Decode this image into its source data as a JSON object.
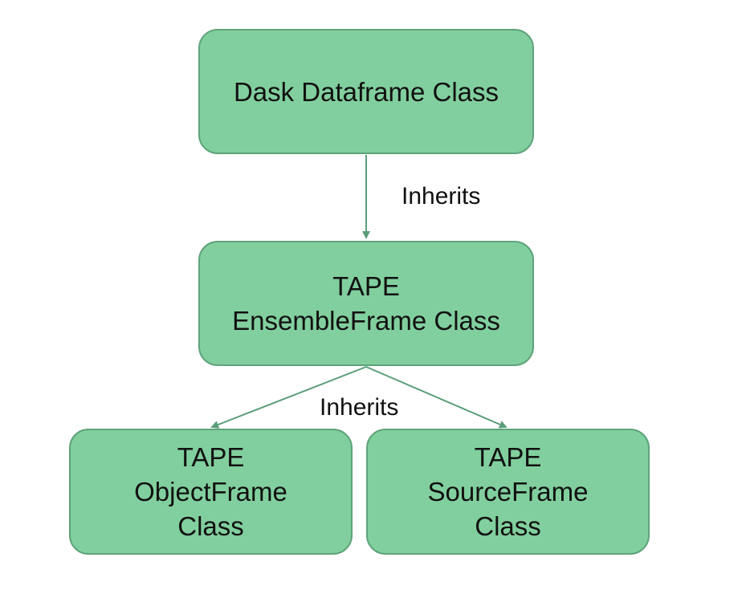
{
  "diagram": {
    "nodes": {
      "dask": {
        "lines": [
          "Dask Dataframe Class"
        ]
      },
      "ensemble": {
        "lines": [
          "TAPE",
          "EnsembleFrame Class"
        ]
      },
      "object": {
        "lines": [
          "TAPE",
          "ObjectFrame",
          "Class"
        ]
      },
      "source": {
        "lines": [
          "TAPE",
          "SourceFrame",
          "Class"
        ]
      }
    },
    "edges": {
      "inherits_top": "Inherits",
      "inherits_bottom": "Inherits"
    },
    "colors": {
      "node_fill": "#81cf9e",
      "node_border": "#5fa37a",
      "connector": "#5a9e78"
    }
  }
}
